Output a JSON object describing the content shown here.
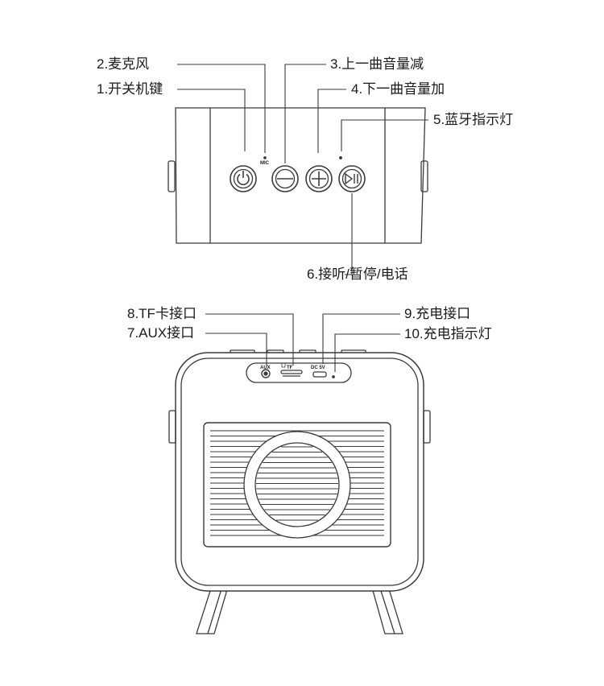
{
  "top_view": {
    "callouts": [
      {
        "id": "c2",
        "text": "2.麦克风"
      },
      {
        "id": "c1",
        "text": "1.开关机键"
      },
      {
        "id": "c3",
        "text": "3.上一曲音量减"
      },
      {
        "id": "c4",
        "text": "4.下一曲音量加"
      },
      {
        "id": "c5",
        "text": "5.蓝牙指示灯"
      },
      {
        "id": "c6",
        "text": "6.接听/暂停/电话"
      }
    ],
    "mic_mark": "MIC"
  },
  "front_view": {
    "callouts": [
      {
        "id": "c8",
        "text": "8.TF卡接口"
      },
      {
        "id": "c7",
        "text": "7.AUX接口"
      },
      {
        "id": "c9",
        "text": "9.充电接口"
      },
      {
        "id": "c10",
        "text": "10.充电指示灯"
      }
    ],
    "port_marks": {
      "aux": "AUX",
      "tf": "TF",
      "dc": "DC 5V"
    }
  },
  "colors": {
    "line": "#3a3a3a",
    "text": "#1a1a1a",
    "background": "#ffffff"
  }
}
